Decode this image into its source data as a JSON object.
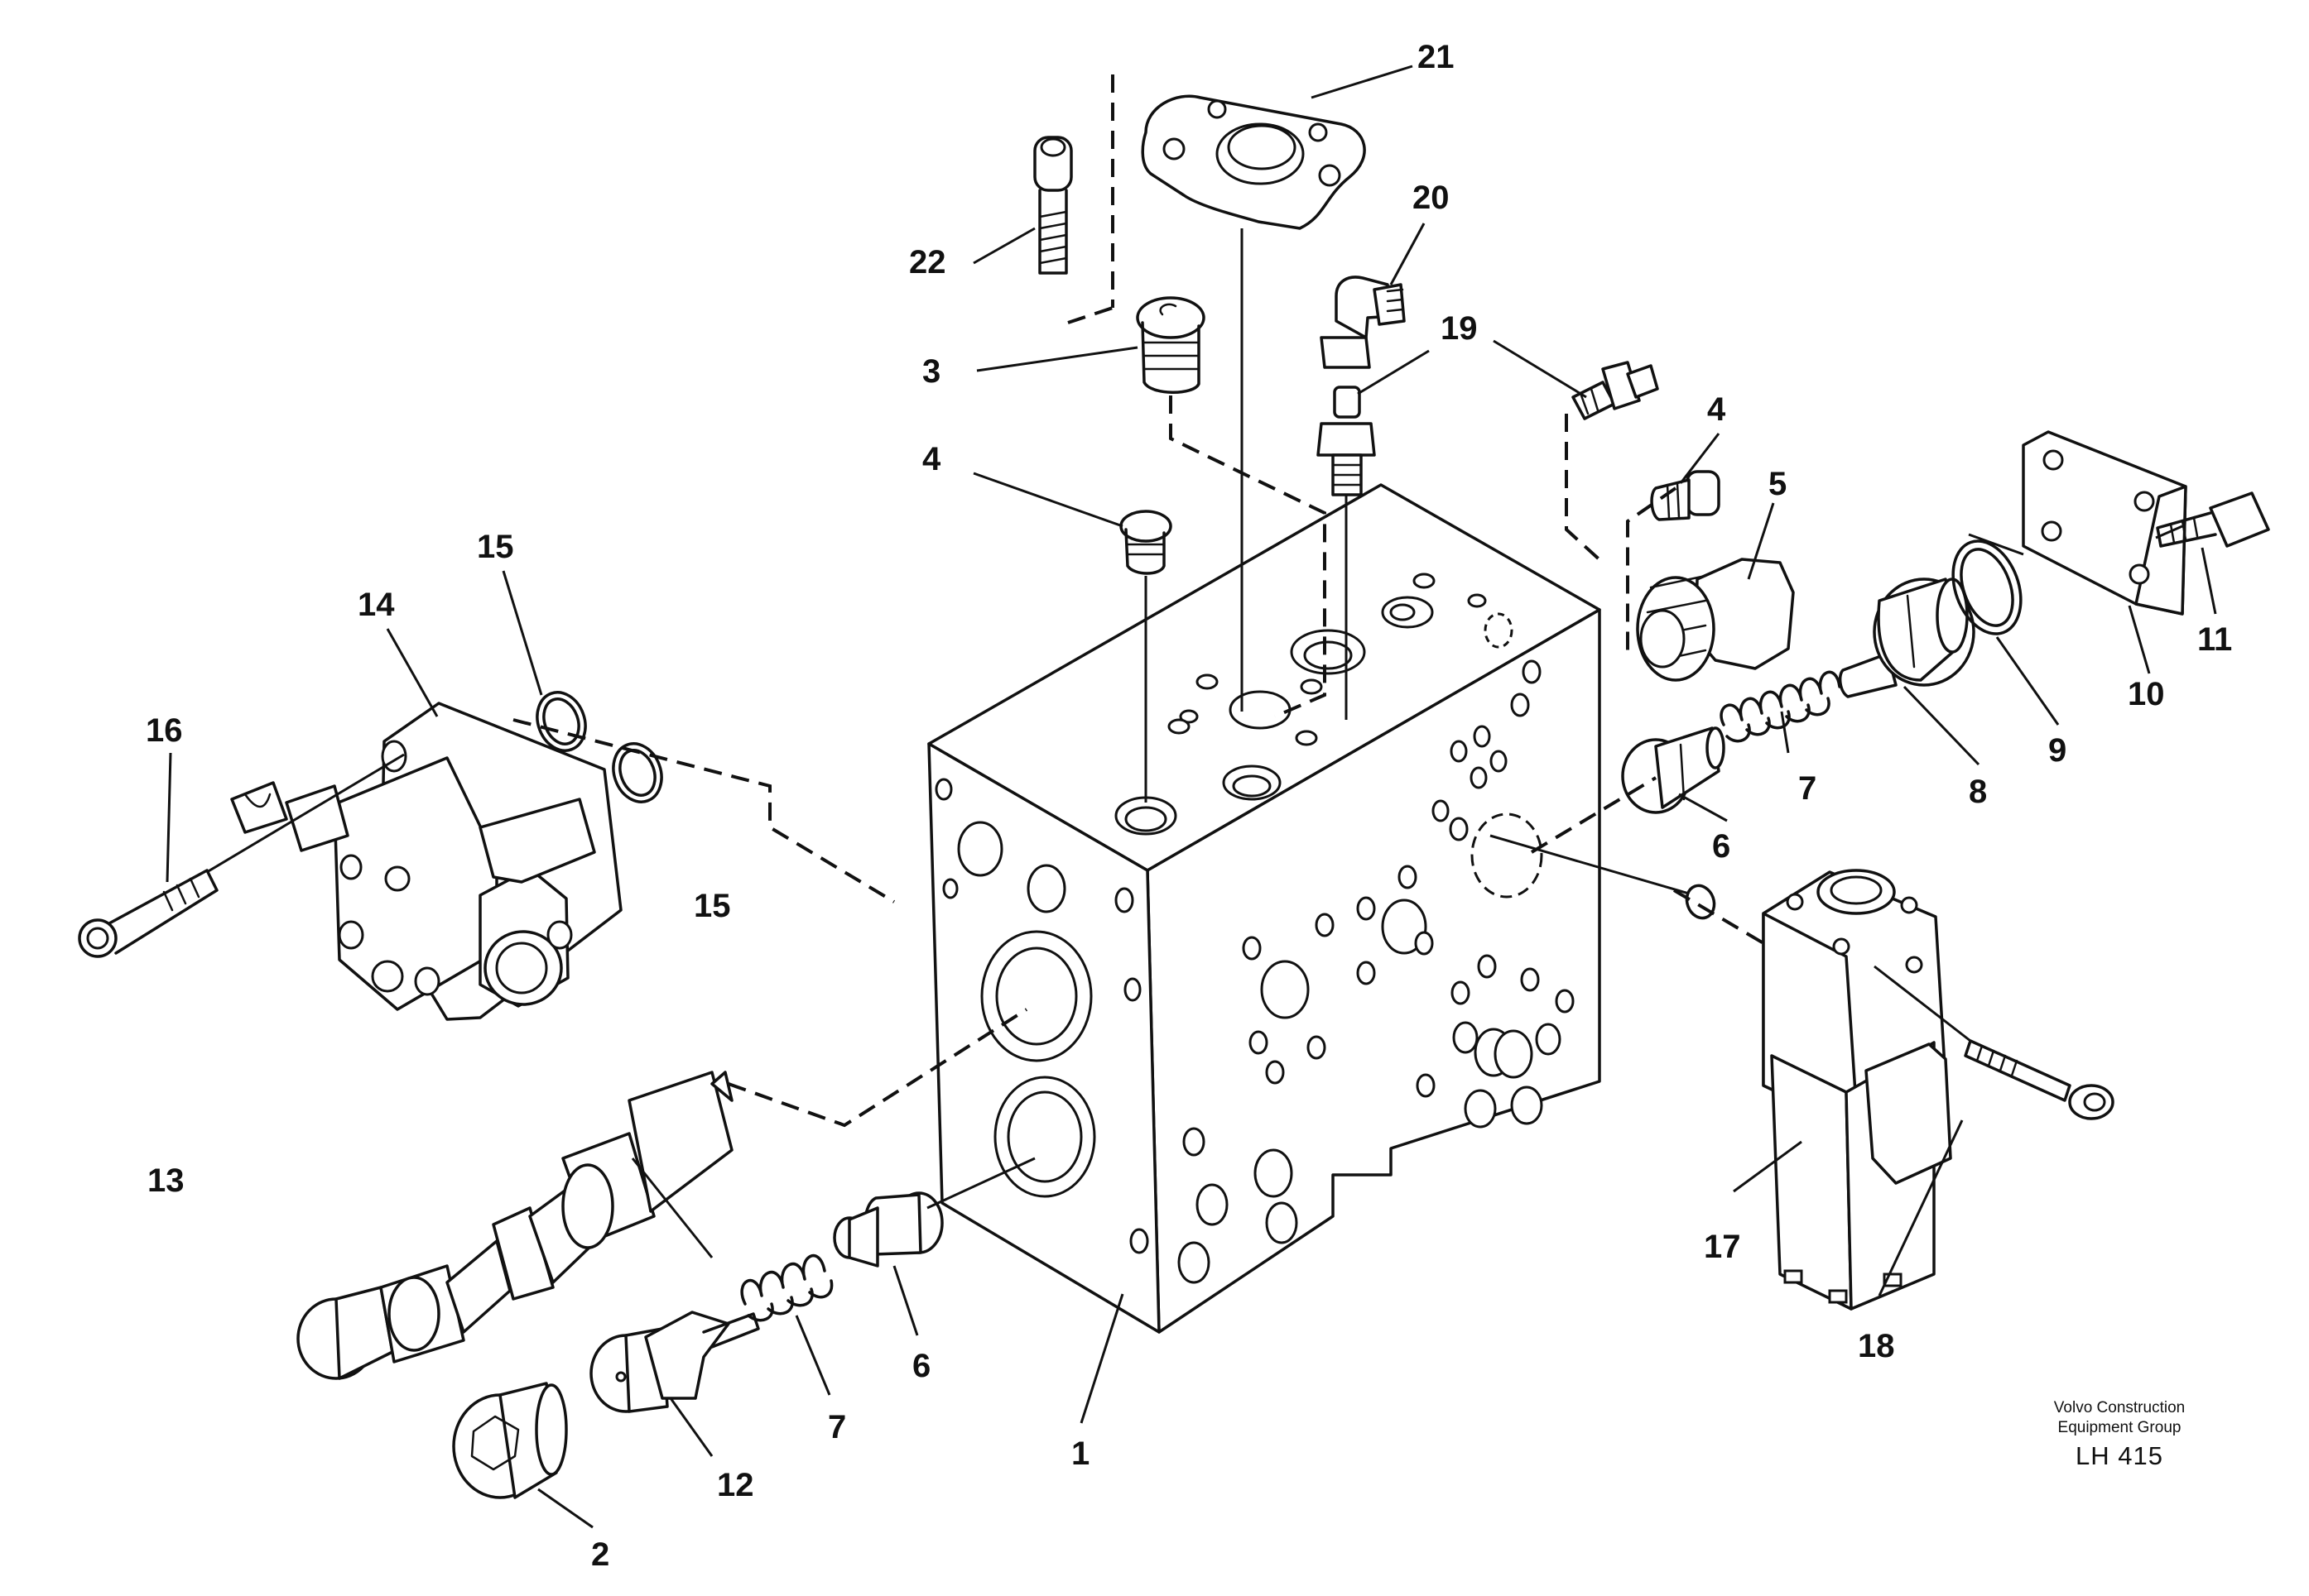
{
  "callouts": [
    {
      "id": "c21",
      "label": "21"
    },
    {
      "id": "c20",
      "label": "20"
    },
    {
      "id": "c22",
      "label": "22"
    },
    {
      "id": "c19",
      "label": "19"
    },
    {
      "id": "c3",
      "label": "3"
    },
    {
      "id": "c4a",
      "label": "4"
    },
    {
      "id": "c4b",
      "label": "4"
    },
    {
      "id": "c5",
      "label": "5"
    },
    {
      "id": "c15a",
      "label": "15"
    },
    {
      "id": "c15b",
      "label": "15"
    },
    {
      "id": "c14",
      "label": "14"
    },
    {
      "id": "c16",
      "label": "16"
    },
    {
      "id": "c11",
      "label": "11"
    },
    {
      "id": "c10",
      "label": "10"
    },
    {
      "id": "c9",
      "label": "9"
    },
    {
      "id": "c8",
      "label": "8"
    },
    {
      "id": "c7a",
      "label": "7"
    },
    {
      "id": "c6a",
      "label": "6"
    },
    {
      "id": "c13",
      "label": "13"
    },
    {
      "id": "c17",
      "label": "17"
    },
    {
      "id": "c18",
      "label": "18"
    },
    {
      "id": "c6b",
      "label": "6"
    },
    {
      "id": "c7b",
      "label": "7"
    },
    {
      "id": "c12",
      "label": "12"
    },
    {
      "id": "c1",
      "label": "1"
    },
    {
      "id": "c2",
      "label": "2"
    }
  ],
  "footer": {
    "line1": "Volvo Construction",
    "line2": "Equipment Group",
    "code": "LH 415"
  }
}
